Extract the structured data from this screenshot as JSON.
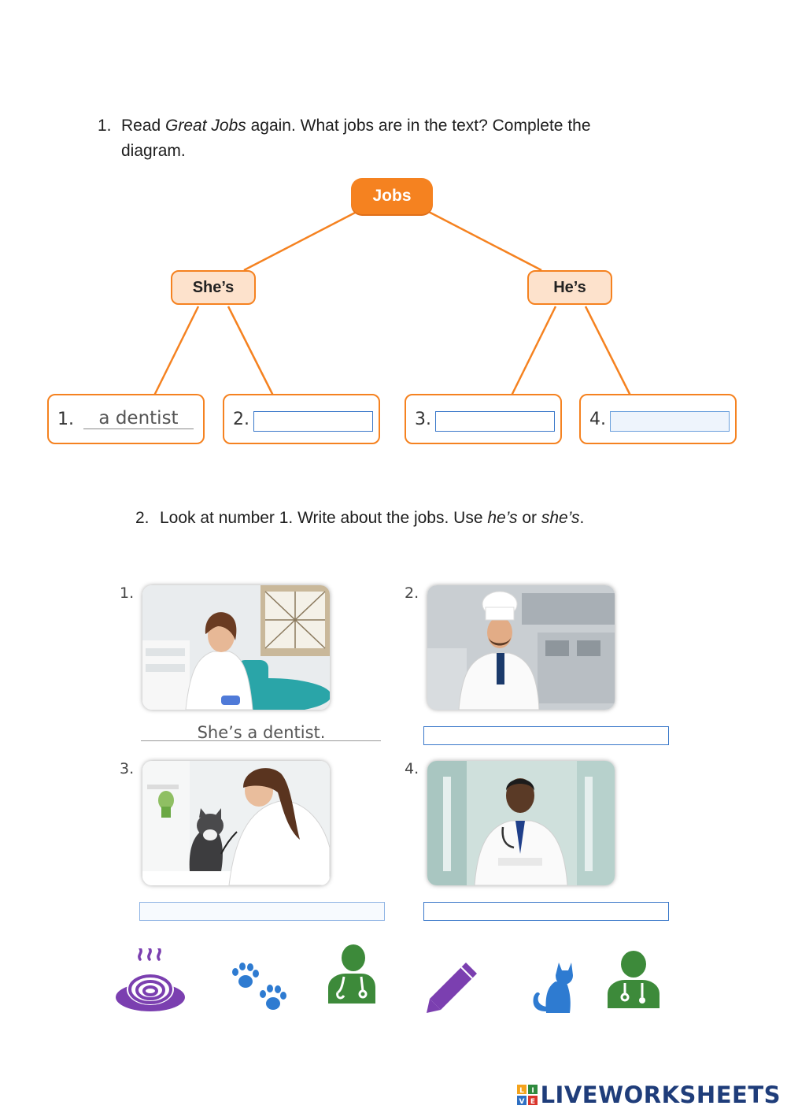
{
  "exercise1": {
    "number": "1.",
    "text_before": "Read ",
    "text_italic": "Great Jobs",
    "text_after": " again. What jobs are in the text? Complete the",
    "text_line2": "diagram."
  },
  "diagram": {
    "root": "Jobs",
    "left_branch": "She’s",
    "right_branch": "He’s",
    "leaves": [
      {
        "number": "1.",
        "answer": "a dentist"
      },
      {
        "number": "2.",
        "answer": ""
      },
      {
        "number": "3.",
        "answer": ""
      },
      {
        "number": "4.",
        "answer": ""
      }
    ]
  },
  "exercise2": {
    "number": "2.",
    "text_before": "Look at number 1. Write about the jobs. Use ",
    "italic1": "he’s",
    "middle": " or ",
    "italic2": "she’s",
    "end": "."
  },
  "pictures": [
    {
      "number": "1.",
      "sentence": "She’s a dentist."
    },
    {
      "number": "2.",
      "sentence": ""
    },
    {
      "number": "3.",
      "sentence": ""
    },
    {
      "number": "4.",
      "sentence": ""
    }
  ],
  "icons": [
    "noodles-icon",
    "paw-prints-icon",
    "doctor-icon",
    "pencil-icon",
    "cat-icon",
    "nurse-icon"
  ],
  "colors": {
    "orange": "#f58220",
    "light_orange": "#fde2cc",
    "purple": "#7b3fb0",
    "blue": "#2e7bd1",
    "green": "#3d8a3a",
    "logo": "#1f3d7a"
  },
  "footer": {
    "brand": "LIVEWORKSHEETS",
    "badge": [
      "L",
      "I",
      "V",
      "E"
    ]
  }
}
